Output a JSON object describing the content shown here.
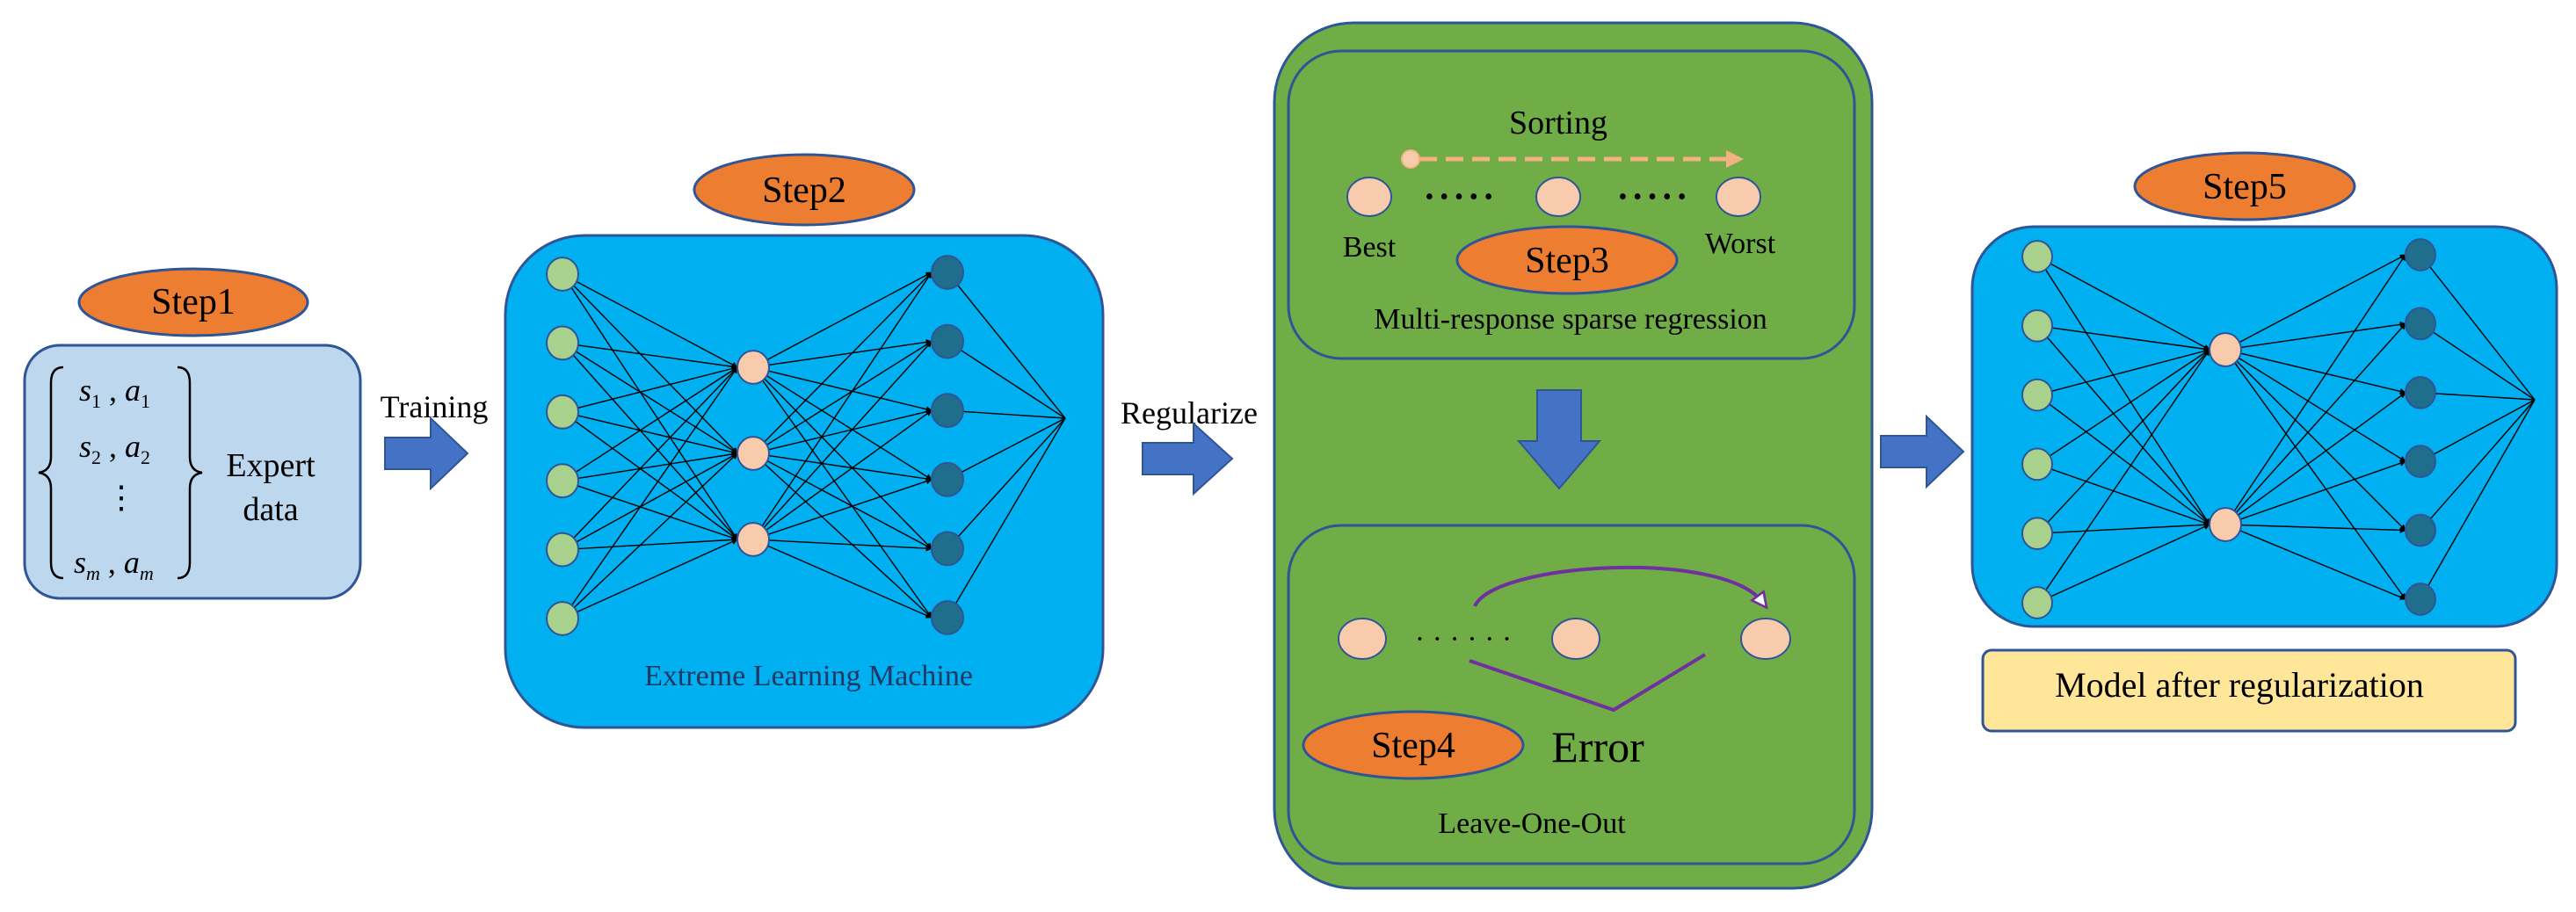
{
  "colors": {
    "background": "#ffffff",
    "expert_box_fill": "#bdd7ee",
    "nn_box_fill": "#00b0f0",
    "green_panel_fill": "#70ad47",
    "box_stroke": "#2f5597",
    "step_badge_fill": "#ed7d31",
    "arrow_fill": "#4472c4",
    "input_node_fill": "#a9d18e",
    "hidden_node_fill": "#f8cbad",
    "output_node_fill": "#1f6e8c",
    "sorting_arrow": "#f4b183",
    "loo_arrow": "#7030a0",
    "result_box_fill": "#ffe699"
  },
  "step1": {
    "badge": "Step1",
    "expert_label_line1": "Expert",
    "expert_label_line2": "data",
    "rows": [
      {
        "s": "s",
        "s_sub": "1",
        "a": "a",
        "a_sub": "1"
      },
      {
        "s": "s",
        "s_sub": "2",
        "a": "a",
        "a_sub": "2"
      },
      {
        "vdots": "⋮"
      },
      {
        "s": "s",
        "s_sub": "m",
        "a": "a",
        "a_sub": "m"
      }
    ]
  },
  "arrow_labels": {
    "training": "Training",
    "regularize": "Regularize"
  },
  "step2": {
    "badge": "Step2",
    "caption": "Extreme Learning Machine",
    "icons": [
      "neural-network-icon"
    ],
    "network": {
      "inputs": 6,
      "hidden": 3,
      "outputs": 6
    }
  },
  "step3": {
    "badge": "Step3",
    "sorting_label": "Sorting",
    "best_label": "Best",
    "worst_label": "Worst",
    "dots": "• • • • •",
    "caption": "Multi-response sparse regression"
  },
  "step4": {
    "badge": "Step4",
    "dots": "· · ·   · · ·",
    "error_label": "Error",
    "caption": "Leave-One-Out"
  },
  "step5": {
    "badge": "Step5",
    "result_label": "Model after regularization",
    "network": {
      "inputs": 6,
      "hidden": 2,
      "outputs": 6
    }
  }
}
